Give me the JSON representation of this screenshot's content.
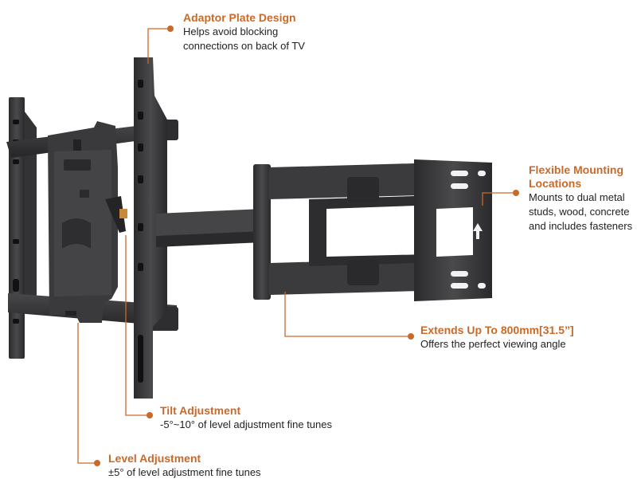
{
  "accent_color": "#c9692a",
  "callouts": {
    "adaptor": {
      "title": "Adaptor Plate Design",
      "desc": "Helps avoid blocking\nconnections on back of TV"
    },
    "flexible": {
      "title": "Flexible Mounting\nLocations",
      "desc": "Mounts to dual metal\nstuds, wood, concrete\nand includes fasteners"
    },
    "extends": {
      "title": "Extends Up To 800mm[31.5”]",
      "desc": "Offers the perfect viewing angle"
    },
    "tilt": {
      "title": "Tilt Adjustment",
      "desc": "-5°~10° of level adjustment fine tunes"
    },
    "level": {
      "title": "Level Adjustment",
      "desc": "±5° of level adjustment fine tunes"
    }
  }
}
